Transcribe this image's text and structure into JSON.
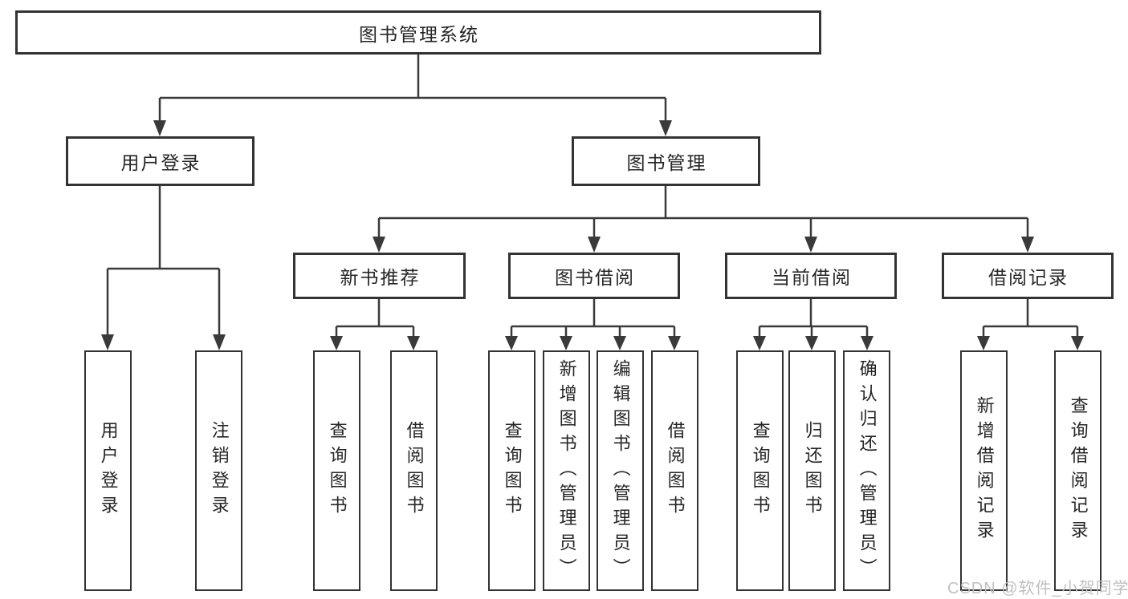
{
  "colors": {
    "line-color": "#3a3a3a",
    "box-border": "#333333",
    "text-color": "#262626",
    "watermark-color": "#bdbdbd",
    "background": "#ffffff"
  },
  "nodes": {
    "root": {
      "label": "图书管理系统"
    },
    "user_login": {
      "label": "用户登录",
      "children": [
        {
          "label": "用户登录"
        },
        {
          "label": "注销登录"
        }
      ]
    },
    "book_management": {
      "label": "图书管理",
      "children": [
        {
          "label": "新书推荐",
          "children": [
            {
              "label": "查询图书"
            },
            {
              "label": "借阅图书"
            }
          ]
        },
        {
          "label": "图书借阅",
          "children": [
            {
              "label": "查询图书"
            },
            {
              "label": "新增图书（管理员）"
            },
            {
              "label": "编辑图书（管理员）"
            },
            {
              "label": "借阅图书"
            }
          ]
        },
        {
          "label": "当前借阅",
          "children": [
            {
              "label": "查询图书"
            },
            {
              "label": "归还图书"
            },
            {
              "label": "确认归还（管理员）"
            }
          ]
        },
        {
          "label": "借阅记录",
          "children": [
            {
              "label": "新增借阅记录"
            },
            {
              "label": "查询借阅记录"
            }
          ]
        }
      ]
    }
  },
  "watermark": {
    "text": "CSDN @软件_小贺同学"
  }
}
